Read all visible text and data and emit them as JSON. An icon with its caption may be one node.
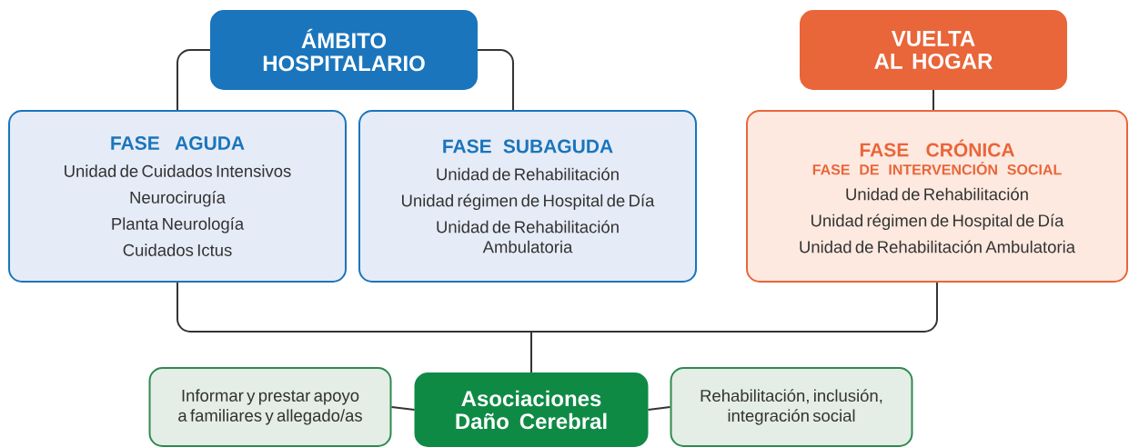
{
  "diagram": {
    "nodes": [
      {
        "text": [
          "ÁMBITO HOSPITALARIO"
        ]
      },
      {
        "text": [
          "VUELTA AL HOGAR"
        ]
      },
      {
        "text": [
          "FASE AGUDA",
          "Unidad de Cuidados Intensivos",
          "Neurocirugía",
          "Planta Neurología",
          "Cuidados Ictus"
        ]
      },
      {
        "text": [
          "FASE SUBAGUDA",
          "Unidad de Rehabilitación",
          "Unidad régimen de Hospital de Día",
          "Unidad de Rehabilitación Ambulatoria"
        ]
      },
      {
        "text": [
          "FASE CRÓNICA",
          "FASE DE INTERVENCIÓN SOCIAL",
          "Unidad de Rehabilitación",
          "Unidad régimen de Hospital de Día",
          "Unidad de Rehabilitación Ambulatoria"
        ]
      },
      {
        "text": [
          "Informar y prestar apoyo a familiares y allegado/as"
        ]
      },
      {
        "text": [
          "Asociaciones Daño Cerebral"
        ]
      },
      {
        "text": [
          "Rehabilitación, inclusión, integración social"
        ]
      }
    ],
    "edges": [
      {
        "from": 0,
        "to": 2,
        "arrow": "none"
      },
      {
        "from": 0,
        "to": 3,
        "arrow": "none"
      },
      {
        "from": 1,
        "to": 4,
        "arrow": "none"
      },
      {
        "from": 2,
        "to": 6,
        "arrow": "none"
      },
      {
        "from": 4,
        "to": 6,
        "arrow": "none"
      },
      {
        "from": 5,
        "to": 6,
        "arrow": "none"
      },
      {
        "from": 6,
        "to": 7,
        "arrow": "none"
      }
    ]
  }
}
